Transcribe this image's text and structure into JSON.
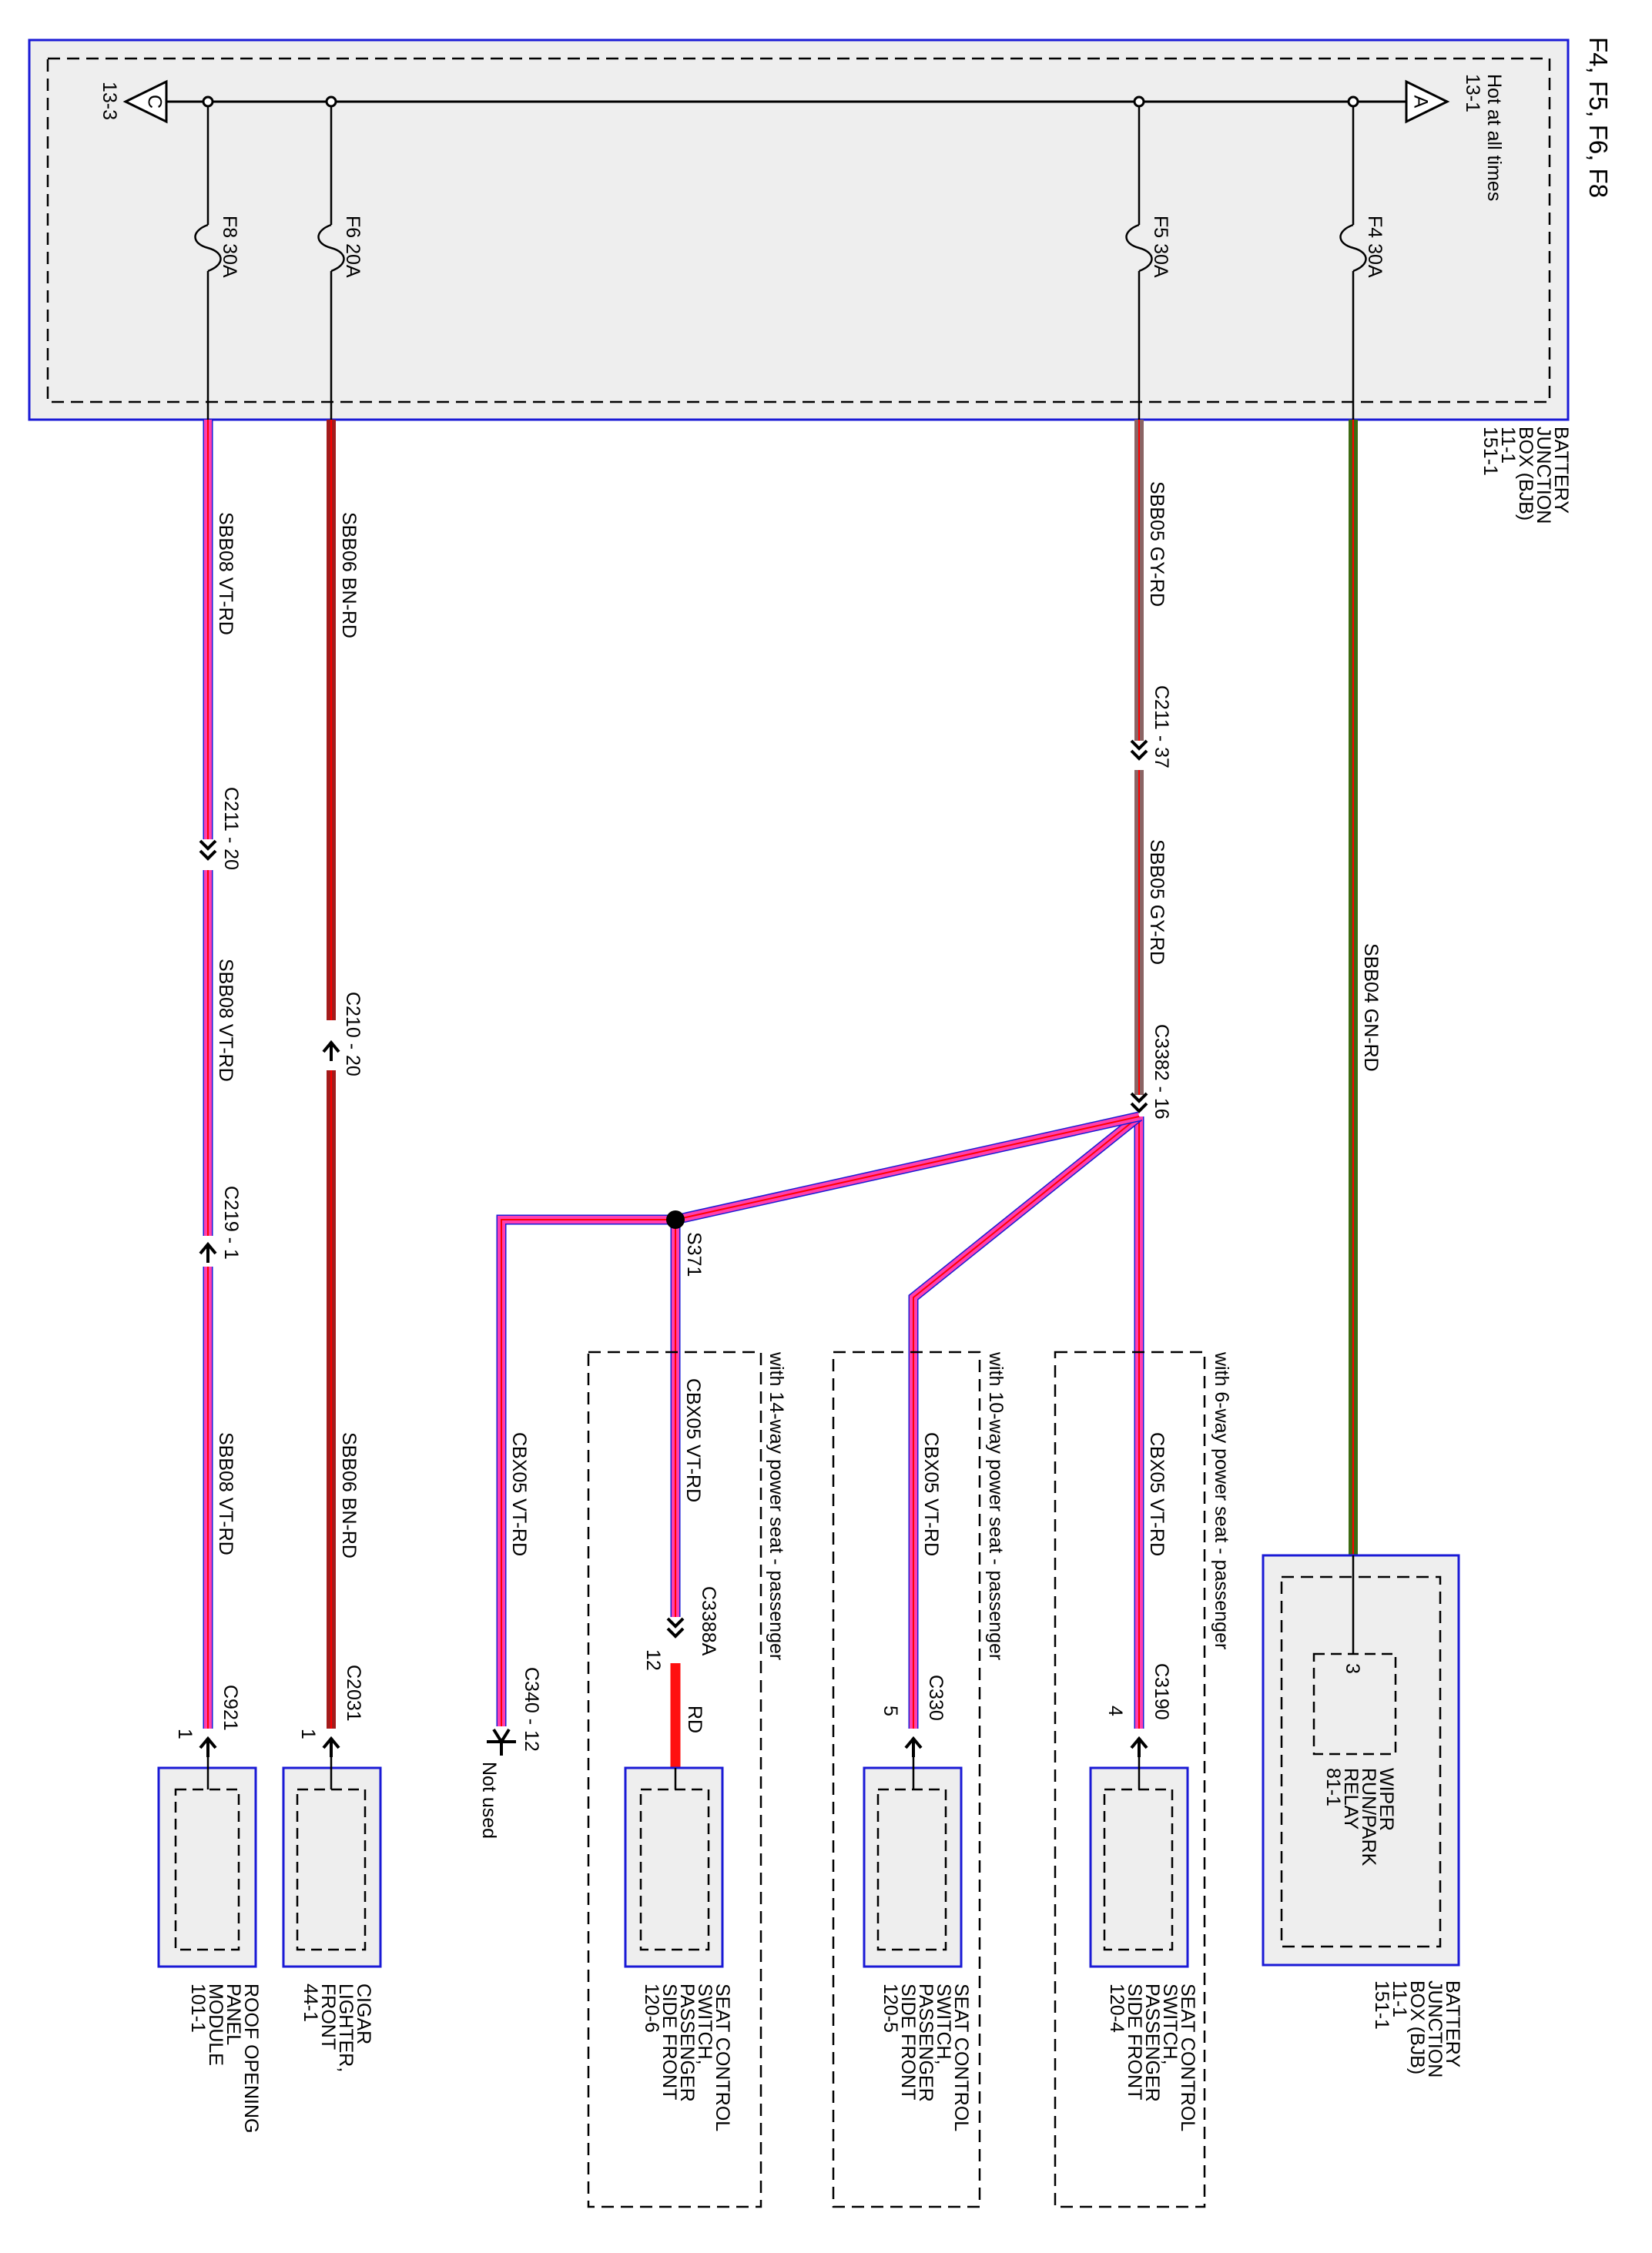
{
  "diagram_title": "F4, F5, F6, F8",
  "colors": {
    "box_border": "#1a1ad6",
    "box_fill": "#eeeeee",
    "wire_pink": "#ff3fae",
    "wire_pink_stripe": "#ff0000",
    "wire_gn_rd": "#3d6b12",
    "wire_bn_rd": "#a31b1b",
    "wire_gy_rd": "#8a6464",
    "wire_rd": "#ff1010"
  },
  "bjb": {
    "name": "BATTERY JUNCTION BOX (BJB)",
    "name_lines": [
      "BATTERY",
      "JUNCTION",
      "BOX (BJB)",
      "11-1",
      "151-1"
    ],
    "hot_text": "Hot at all times",
    "ref_a": "13-1",
    "ref_c": "13-3",
    "marker_a": "A",
    "marker_c": "C"
  },
  "fuses": [
    {
      "id": "F4",
      "rating": "30A",
      "label": "F4  30A"
    },
    {
      "id": "F5",
      "rating": "30A",
      "label": "F5  30A"
    },
    {
      "id": "F6",
      "rating": "20A",
      "label": "F6  20A"
    },
    {
      "id": "F8",
      "rating": "30A",
      "label": "F8  30A"
    }
  ],
  "wire_labels": {
    "sbb04": "SBB04   GN-RD",
    "sbb05": "SBB05   GY-RD",
    "sbb06": "SBB06   BN-RD",
    "sbb08": "SBB08   VT-RD",
    "cbx05": "CBX05   VT-RD",
    "rd": "RD"
  },
  "connectors": {
    "c211_37": "C211 - 37",
    "c3382_16": "C3382 - 16",
    "c211_20": "C211 - 20",
    "c219_1": "C219 - 1",
    "c210_20": "C210 - 20",
    "c3190": "C3190",
    "pin_4": "4",
    "c330": "C330",
    "pin_5": "5",
    "c3388a": "C3388A",
    "pin_12": "12",
    "c340_12": "C340 - 12",
    "not_used": "Not used",
    "c2031": "C2031",
    "c921": "C921",
    "pin_1": "1",
    "splice": "S371",
    "relay_pin": "3"
  },
  "options": {
    "six_way": "with 6-way power seat - passenger",
    "ten_way": "with 10-way power seat - passenger",
    "fourteen_way": "with 14-way power seat - passenger"
  },
  "components": {
    "bjb_bottom": [
      "BATTERY",
      "JUNCTION",
      "BOX (BJB)",
      "11-1",
      "151-1"
    ],
    "wiper_relay": [
      "WIPER",
      "RUN/PARK",
      "RELAY",
      "81-1"
    ],
    "seat_switch_6": [
      "SEAT CONTROL",
      "SWITCH,",
      "PASSENGER",
      "SIDE FRONT",
      "120-4"
    ],
    "seat_switch_10": [
      "SEAT CONTROL",
      "SWITCH,",
      "PASSENGER",
      "SIDE FRONT",
      "120-5"
    ],
    "seat_switch_14": [
      "SEAT CONTROL",
      "SWITCH,",
      "PASSENGER",
      "SIDE FRONT",
      "120-6"
    ],
    "cigar_lighter": [
      "CIGAR",
      "LIGHTER,",
      "FRONT",
      "44-1"
    ],
    "roof_panel": [
      "ROOF OPENING",
      "PANEL",
      "MODULE",
      "101-1"
    ]
  }
}
